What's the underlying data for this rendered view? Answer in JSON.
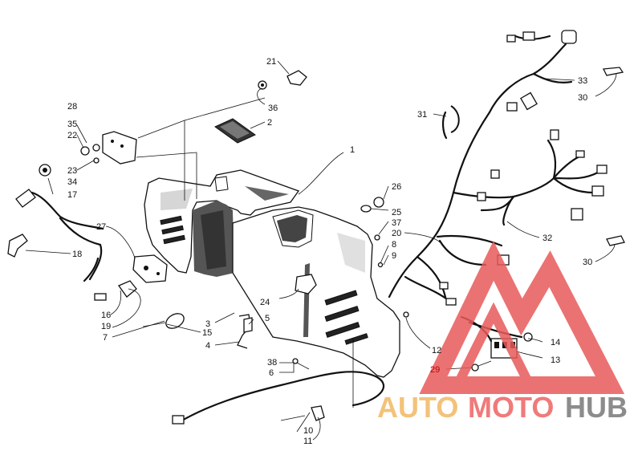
{
  "callouts": [
    {
      "id": "c1",
      "text": "1"
    },
    {
      "id": "c2",
      "text": "2"
    },
    {
      "id": "c3",
      "text": "3"
    },
    {
      "id": "c4",
      "text": "4"
    },
    {
      "id": "c5",
      "text": "5"
    },
    {
      "id": "c6",
      "text": "6"
    },
    {
      "id": "c7",
      "text": "7"
    },
    {
      "id": "c8",
      "text": "8"
    },
    {
      "id": "c9",
      "text": "9"
    },
    {
      "id": "c10",
      "text": "10"
    },
    {
      "id": "c11",
      "text": "11"
    },
    {
      "id": "c12",
      "text": "12"
    },
    {
      "id": "c13",
      "text": "13"
    },
    {
      "id": "c14",
      "text": "14"
    },
    {
      "id": "c15",
      "text": "15"
    },
    {
      "id": "c16",
      "text": "16"
    },
    {
      "id": "c17",
      "text": "17"
    },
    {
      "id": "c18",
      "text": "18"
    },
    {
      "id": "c19",
      "text": "19"
    },
    {
      "id": "c20",
      "text": "20"
    },
    {
      "id": "c21",
      "text": "21"
    },
    {
      "id": "c22",
      "text": "22"
    },
    {
      "id": "c23",
      "text": "23"
    },
    {
      "id": "c24",
      "text": "24"
    },
    {
      "id": "c25",
      "text": "25"
    },
    {
      "id": "c26",
      "text": "26"
    },
    {
      "id": "c27",
      "text": "27"
    },
    {
      "id": "c28",
      "text": "28"
    },
    {
      "id": "c29",
      "text": "29"
    },
    {
      "id": "c30a",
      "text": "30"
    },
    {
      "id": "c30b",
      "text": "30"
    },
    {
      "id": "c31",
      "text": "31"
    },
    {
      "id": "c32",
      "text": "32"
    },
    {
      "id": "c33",
      "text": "33"
    },
    {
      "id": "c34",
      "text": "34"
    },
    {
      "id": "c35",
      "text": "35"
    },
    {
      "id": "c36",
      "text": "36"
    },
    {
      "id": "c37",
      "text": "37"
    },
    {
      "id": "c38",
      "text": "38"
    }
  ],
  "watermark": {
    "part1": "AUTO",
    "part2": "MOTO",
    "part3": "HUB",
    "colors": {
      "auto": "#f3c27a",
      "moto": "#f07a7a",
      "hub": "#8c8c8c",
      "logo": "#e85a5a"
    }
  }
}
